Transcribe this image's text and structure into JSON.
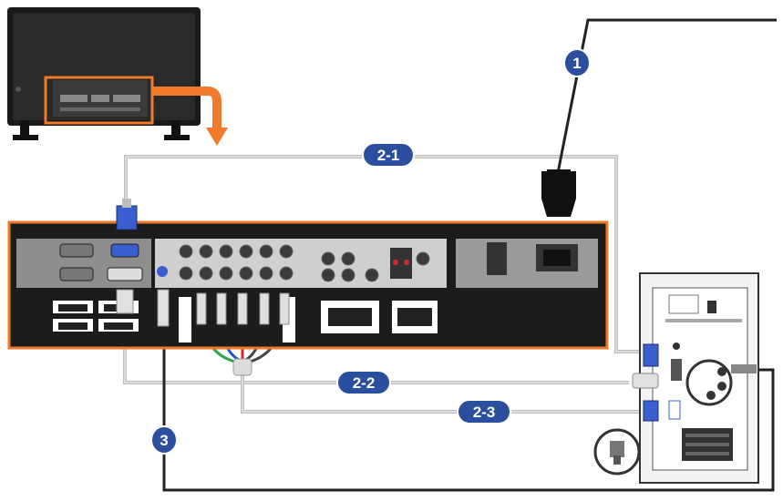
{
  "callouts": {
    "power": "1",
    "dsub": "2-1",
    "dvi": "2-2",
    "hdmi": "2-3",
    "audio": "3"
  },
  "colors": {
    "accent_orange": "#f07a2a",
    "badge_blue": "#2b4f9e",
    "panel_dark": "#1c1c1c",
    "cable_gray": "#bdbdbd",
    "cable_black": "#222222"
  },
  "icons": [
    "monitor-stand-icon",
    "arrow-down-icon",
    "power-plug-icon",
    "computer-tower-icon",
    "audio-jack-icon"
  ]
}
